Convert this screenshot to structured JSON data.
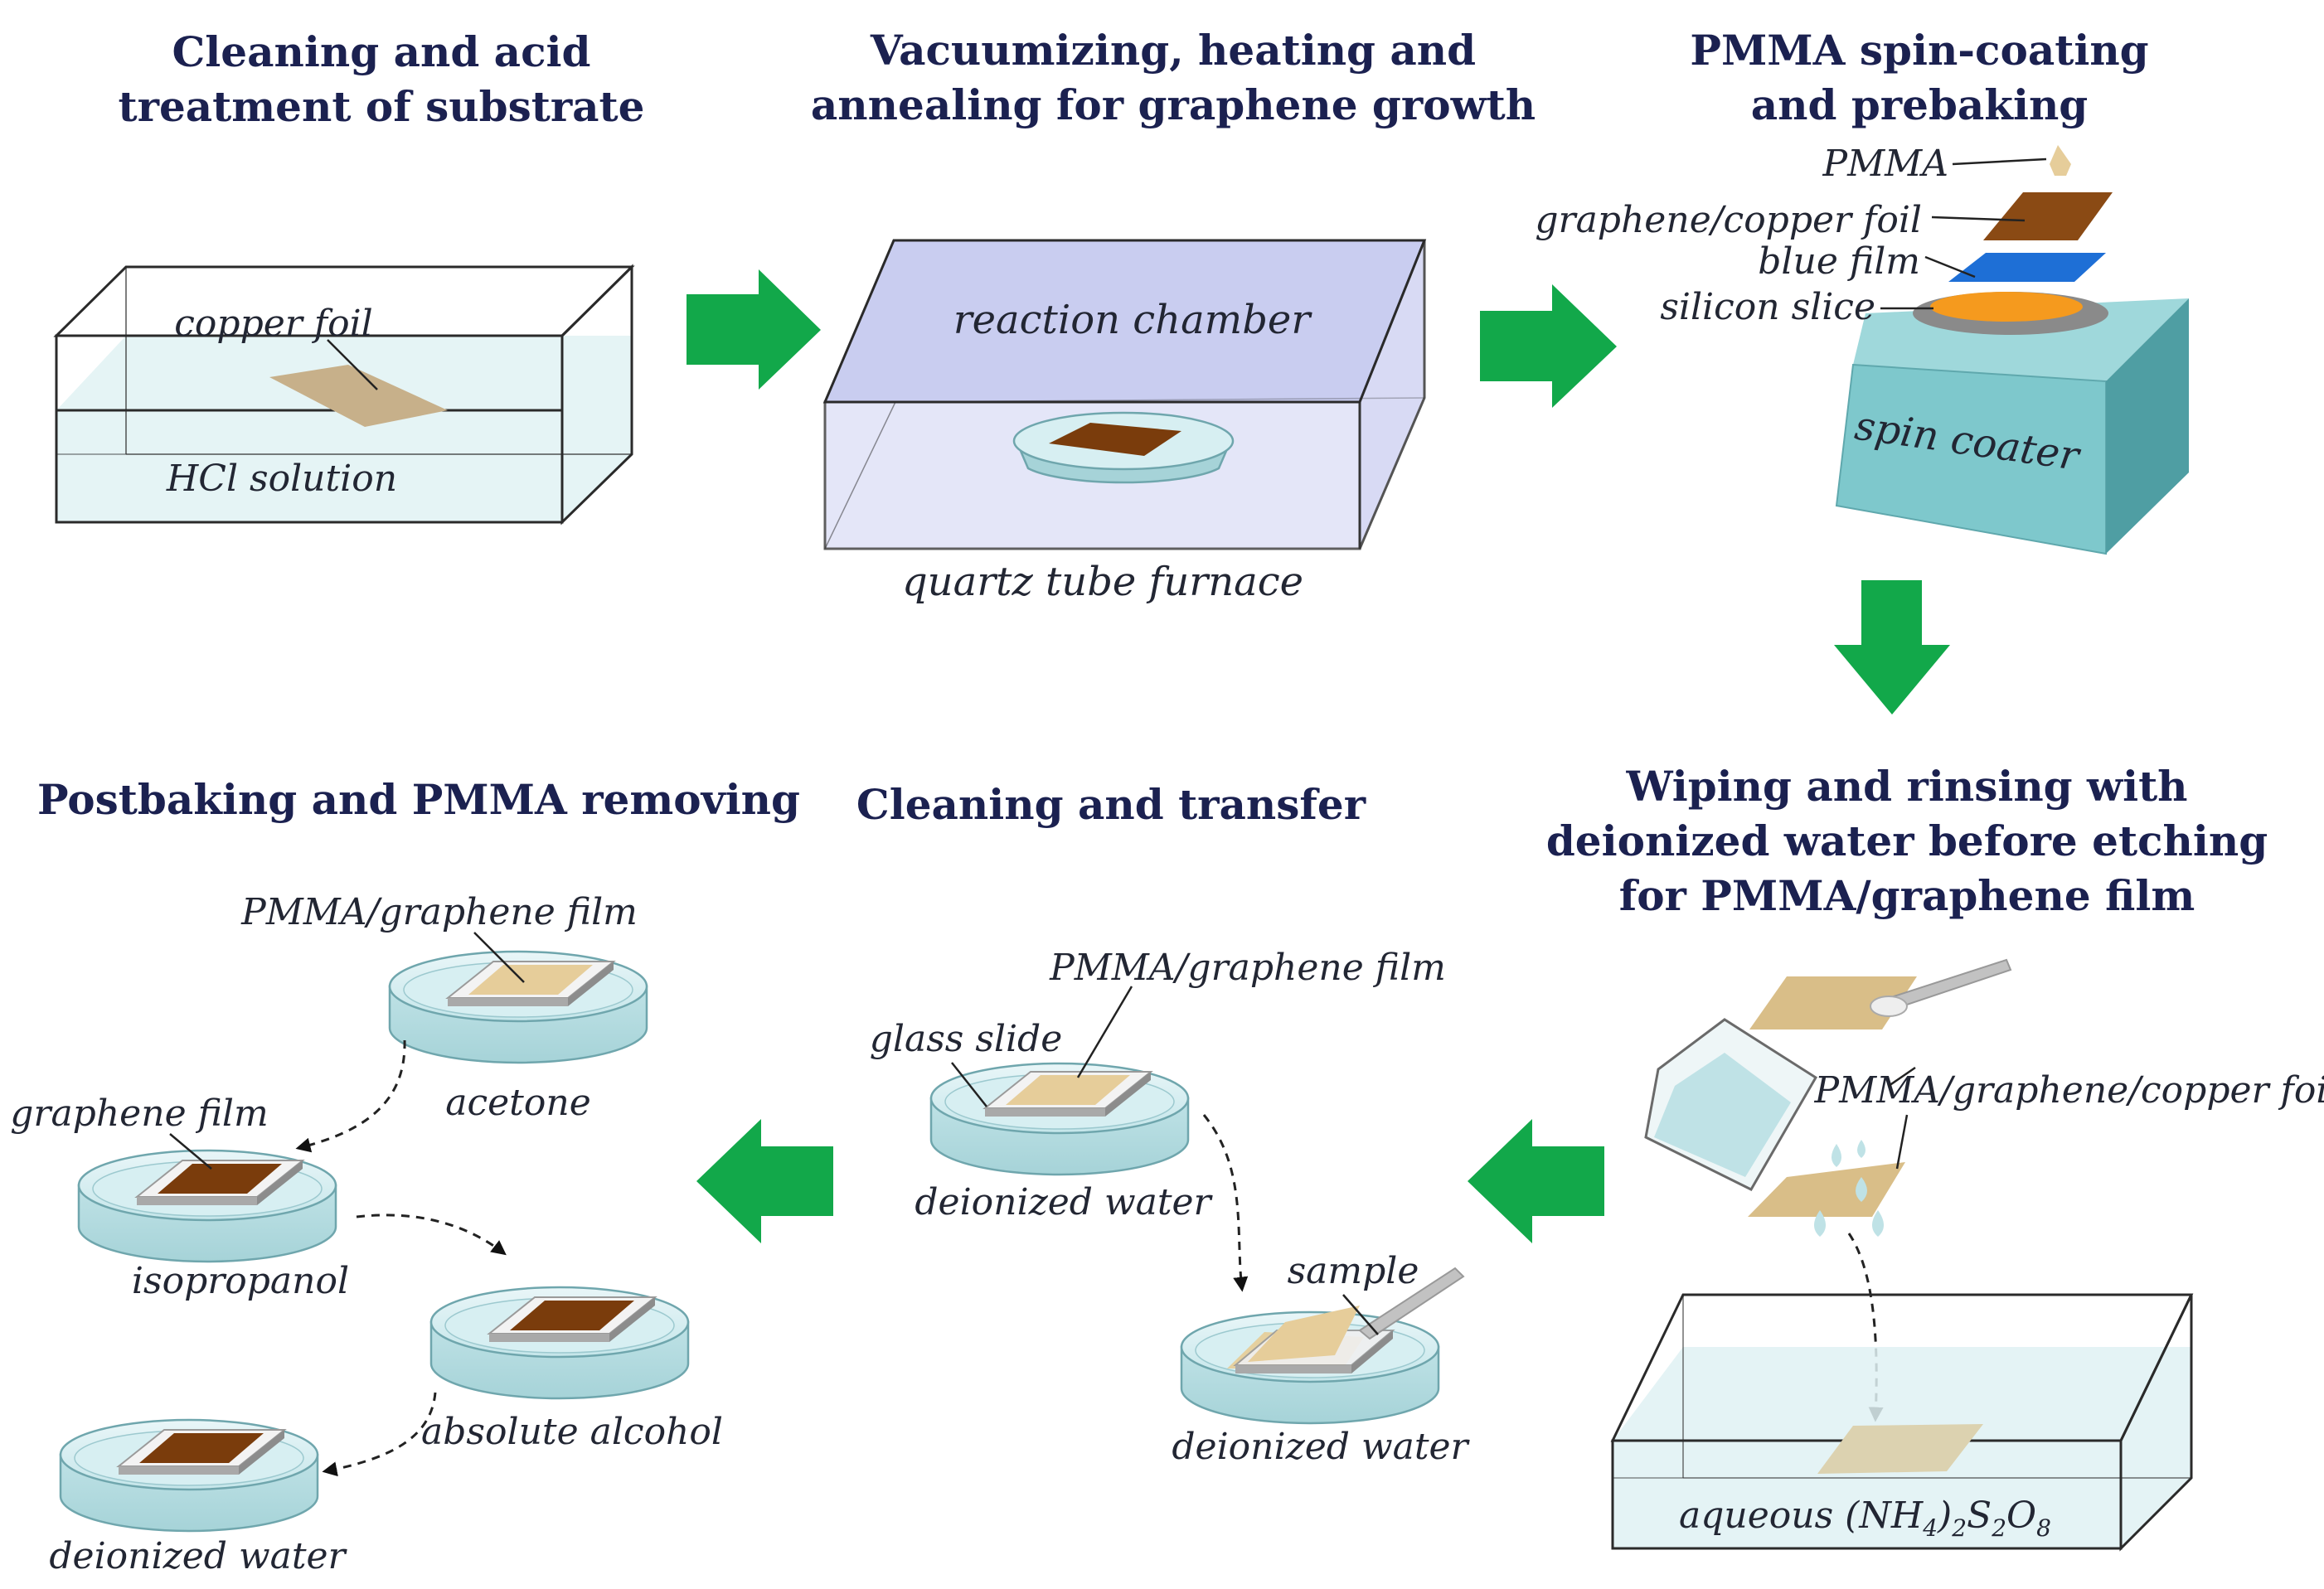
{
  "steps": {
    "step1": {
      "title_line1": "Cleaning and acid",
      "title_line2": "treatment of substrate"
    },
    "step2": {
      "title_line1": "Vacuumizing, heating and",
      "title_line2": "annealing for graphene growth"
    },
    "step3": {
      "title_line1": "PMMA spin-coating",
      "title_line2": "and prebaking"
    },
    "step4": {
      "title_line1": "Wiping and rinsing with",
      "title_line2": "deionized water before etching",
      "title_line3": "for PMMA/graphene film"
    },
    "step5": {
      "title_line1": "Cleaning and transfer"
    },
    "step6": {
      "title_line1": "Postbaking and PMMA removing"
    }
  },
  "labels": {
    "copper_foil": "copper foil",
    "hcl_solution": "HCl solution",
    "reaction_chamber": "reaction chamber",
    "quartz_tube_furnace": "quartz tube furnace",
    "pmma": "PMMA",
    "graphene_copper_foil": "graphene/copper foil",
    "blue_film": "blue film",
    "silicon_slice": "silicon slice",
    "spin_coater": "spin coater",
    "pmma_graphene_copper_foil": "PMMA/graphene/copper foil",
    "aqueous_prefix": "aqueous (NH",
    "aqueous_sub4": "4",
    "aqueous_paren": ")",
    "aqueous_sub2a": "2",
    "aqueous_s": "S",
    "aqueous_sub2b": "2",
    "aqueous_o": "O",
    "aqueous_sub8": "8",
    "pmma_graphene_film_transfer": "PMMA/graphene film",
    "glass_slide": "glass slide",
    "deionized_water_transfer1": "deionized water",
    "sample": "sample",
    "deionized_water_transfer2": "deionized water",
    "pmma_graphene_film_post": "PMMA/graphene film",
    "acetone": "acetone",
    "graphene_film": "graphene film",
    "isopropanol": "isopropanol",
    "absolute_alcohol": "absolute alcohol",
    "deionized_water_post": "deionized water"
  },
  "colors": {
    "title": "#1b2150",
    "arrow_green": "#12a84a",
    "water": "#cfe9ec",
    "chamber": "#c9cdf0",
    "copper_brown": "#7a3c0c",
    "copper_tan": "#c7b08a",
    "pmma_beige": "#e6cd9a",
    "blue_film": "#1e6fd6",
    "silicon_orange": "#f59a1e",
    "spin_coater": "#7ec8cc"
  }
}
